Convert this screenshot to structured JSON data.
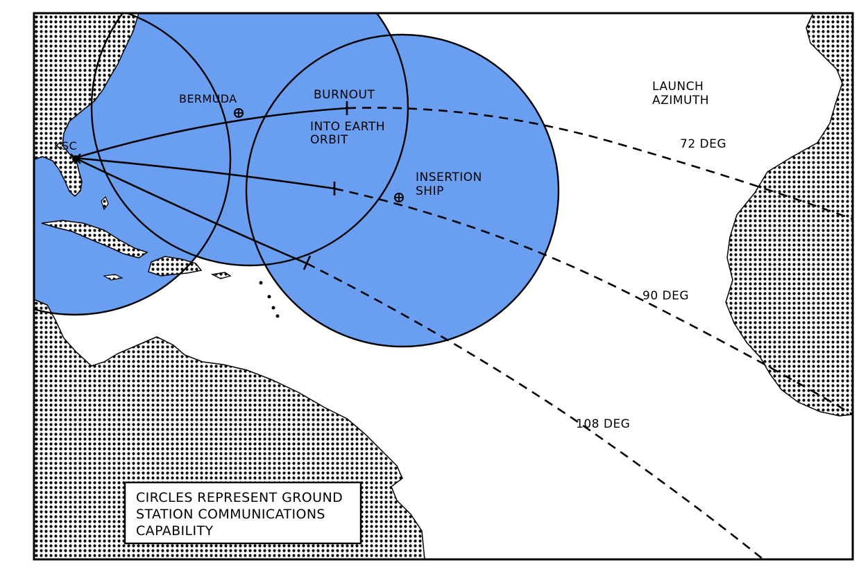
{
  "map": {
    "labels": {
      "ksc": "KSC",
      "bermuda": "BERMUDA",
      "burnout_line1": "BURNOUT",
      "burnout_line2": "INTO EARTH",
      "burnout_line3": "ORBIT",
      "insertion_line1": "INSERTION",
      "insertion_line2": "SHIP",
      "launch_line1": "LAUNCH",
      "launch_line2": "AZIMUTH",
      "az72": "72 DEG",
      "az90": "90 DEG",
      "az108": "108 DEG"
    },
    "legend": {
      "line1": "CIRCLES REPRESENT GROUND",
      "line2": "STATION COMMUNICATIONS",
      "line3": "CAPABILITY"
    },
    "colors": {
      "coverage": "#6a9ef0",
      "land_dots": "#000000",
      "frame": "#000000",
      "background": "#ffffff"
    },
    "launch_azimuths_deg": [
      72,
      90,
      108
    ],
    "station_markers": [
      "bermuda-station-icon",
      "insertion-ship-icon",
      "ksc-launch-site-icon"
    ]
  }
}
